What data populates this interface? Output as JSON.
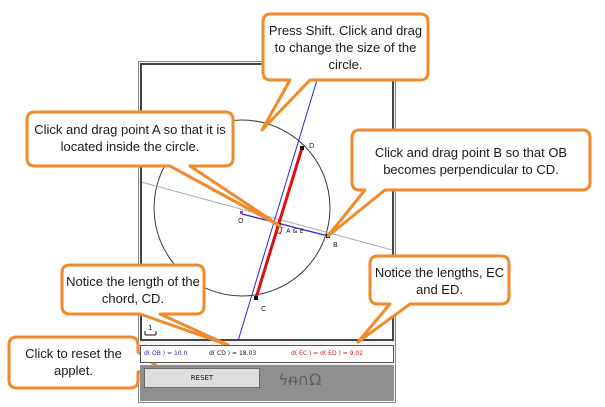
{
  "applet": {
    "measurements": {
      "ob": "d( OB ) = 10.0",
      "cd": "d( CD ) = 18.03",
      "ec_ed": "d( EC ) = d( ED ) = 9.02"
    },
    "reset_label": "RESET",
    "logo_text": "ϟᵰ∩Ω",
    "points": {
      "a_e": "A & E",
      "b": "B",
      "c": "C",
      "d": "D",
      "o": "O"
    }
  },
  "callouts": {
    "press_shift": "Press Shift. Click and drag to change the size of the circle.",
    "drag_a": "Click and drag point A so that it is located inside the circle.",
    "drag_b": "Click and drag point B so that OB becomes perpendicular to CD.",
    "chord": "Notice the length of the chord, CD.",
    "lengths": "Notice the lengths, EC and ED.",
    "reset": "Click to reset the applet."
  },
  "colors": {
    "callout_border": "#f08a2a",
    "chord": "#dd1111",
    "radius_ob": "#2a2ad8",
    "measure_blue": "#1f1fcf",
    "measure_red": "#d01818"
  }
}
